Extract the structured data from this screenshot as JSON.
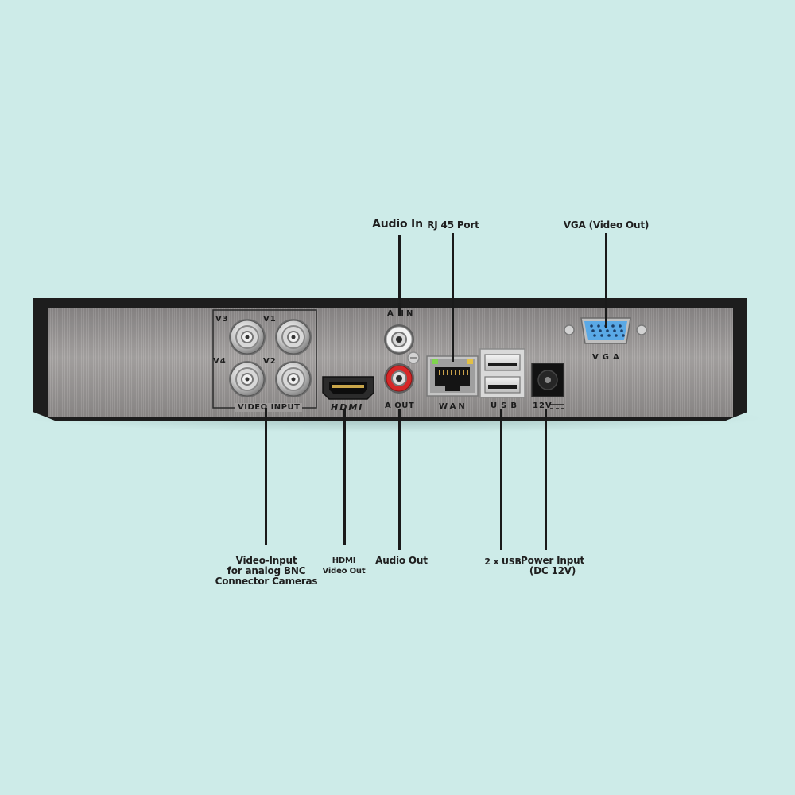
{
  "callouts": {
    "audio_in": "Audio In",
    "rj45": "RJ 45 Port",
    "vga_out": "VGA (Video Out)",
    "video_input": "Video-Input\nfor analog BNC\nConnector Cameras",
    "hdmi": "HDMI\nVideo Out",
    "audio_out": "Audio Out",
    "usb": "2 x USB",
    "power": "Power Input\n(DC 12V)"
  },
  "panel_labels": {
    "v1": "V1",
    "v2": "V2",
    "v3": "V3",
    "v4": "V4",
    "video_input": "VIDEO INPUT",
    "hdmi": "HDMI",
    "a_in": "A IN",
    "a_out": "A OUT",
    "wan": "WAN",
    "usb": "USB",
    "vga": "VGA",
    "power": "12V"
  },
  "colors": {
    "background": "#cdebe8",
    "chassis": "#1d1d1d",
    "panel": "#a09d9c",
    "vga_port": "#5aa9e6",
    "rca_in": "#f2f2f2",
    "rca_out": "#d62828",
    "led_green": "#7fd34e",
    "led_amber": "#e2c044"
  }
}
